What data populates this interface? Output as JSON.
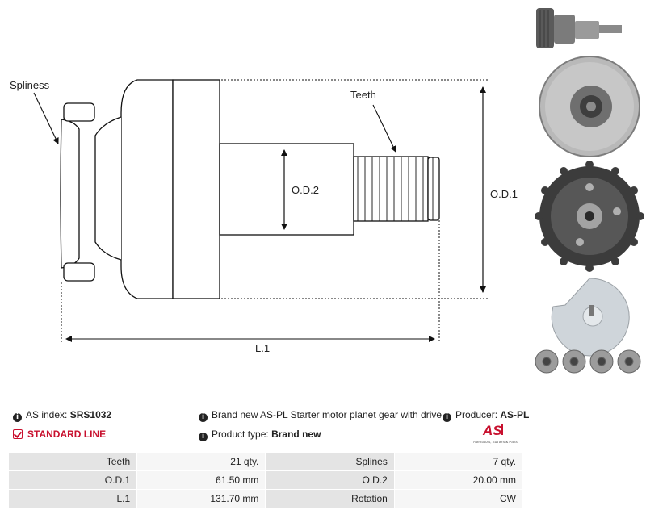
{
  "diagram": {
    "labels": {
      "spliness": "Spliness",
      "teeth": "Teeth",
      "od2": "O.D.2",
      "od1": "O.D.1",
      "l1": "L.1"
    }
  },
  "info": {
    "as_index_label": "AS index:",
    "as_index_value": "SRS1032",
    "standard_line": "STANDARD LINE",
    "description": "Brand new AS-PL Starter motor planet gear with drive",
    "product_type_label": "Product type:",
    "product_type_value": "Brand new",
    "producer_label": "Producer:",
    "producer_value": "AS-PL"
  },
  "logo": {
    "mark": "AS",
    "tagline": "Alternators, Starters & Parts",
    "color": "#c8102e"
  },
  "specs": {
    "rows": [
      {
        "label1": "Teeth",
        "value1": "21 qty.",
        "label2": "Splines",
        "value2": "7 qty."
      },
      {
        "label1": "O.D.1",
        "value1": "61.50 mm",
        "label2": "O.D.2",
        "value2": "20.00 mm"
      },
      {
        "label1": "L.1",
        "value1": "131.70 mm",
        "label2": "Rotation",
        "value2": "CW"
      }
    ]
  },
  "colors": {
    "accent": "#c8102e",
    "table_label_bg": "#e4e4e4",
    "table_value_bg": "#f6f6f6"
  }
}
